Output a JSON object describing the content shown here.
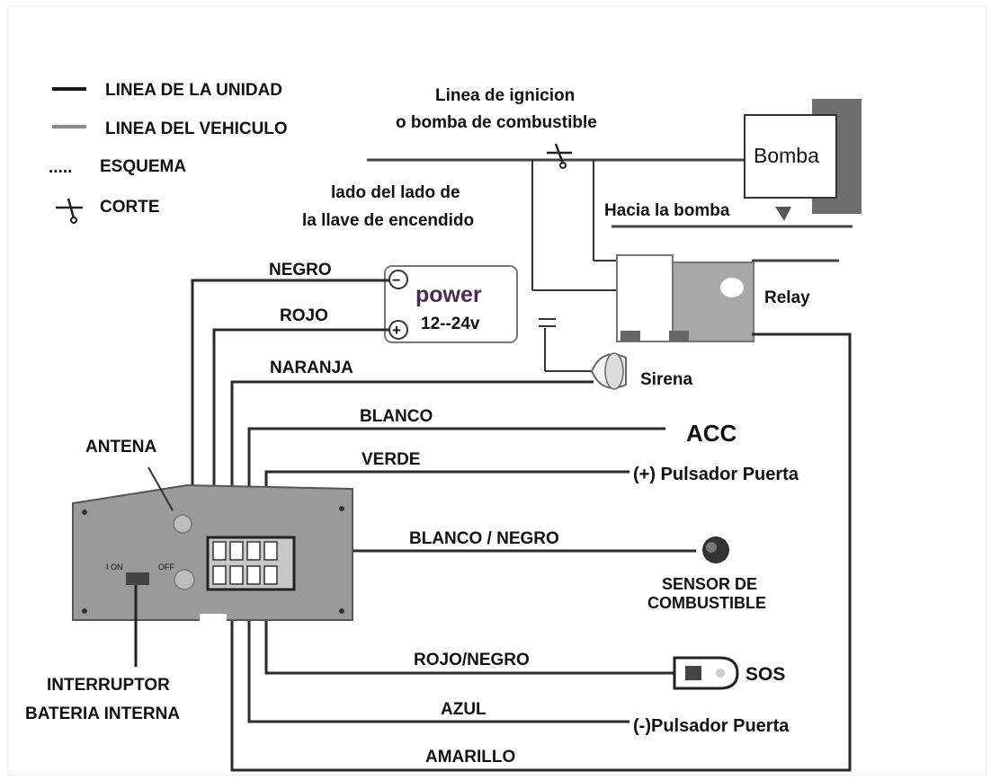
{
  "legend": {
    "unit_line": "LINEA DE LA UNIDAD",
    "vehicle_line": "LINEA DEL VEHICULO",
    "scheme": "ESQUEMA",
    "scheme_marker": ".....",
    "cut": "CORTE"
  },
  "ignition": {
    "line1": "Linea de ignicion",
    "line2": "o bomba de combustible",
    "key_side1": "lado del lado de",
    "key_side2": "la llave de encendido",
    "to_pump": "Hacia la bomba"
  },
  "components": {
    "pump": "Bomba",
    "relay": "Relay",
    "power": "power",
    "voltage": "12--24v",
    "power_minus": "−",
    "power_plus": "+",
    "siren": "Sirena",
    "acc": "ACC",
    "door_pos": "(+) Pulsador Puerta",
    "door_neg": "(-)Pulsador Puerta",
    "fuel_sensor1": "SENSOR DE",
    "fuel_sensor2": "COMBUSTIBLE",
    "sos": "SOS",
    "antenna": "ANTENA",
    "switch_on": "I ON",
    "switch_off": "OFF",
    "battery1": "INTERRUPTOR",
    "battery2": "BATERIA INTERNA"
  },
  "wires": {
    "negro": "NEGRO",
    "rojo": "ROJO",
    "naranja": "NARANJA",
    "blanco": "BLANCO",
    "verde": "VERDE",
    "blanco_negro": "BLANCO / NEGRO",
    "rojo_negro": "ROJO/NEGRO",
    "azul": "AZUL",
    "amarillo": "AMARILLO"
  },
  "colors": {
    "unit_line": "#1a1a1a",
    "vehicle_line": "#8a8a8a",
    "power_text": "#4b2a55",
    "unit_body": "#9a9a9a",
    "pump_block": "#6e6e6e"
  }
}
